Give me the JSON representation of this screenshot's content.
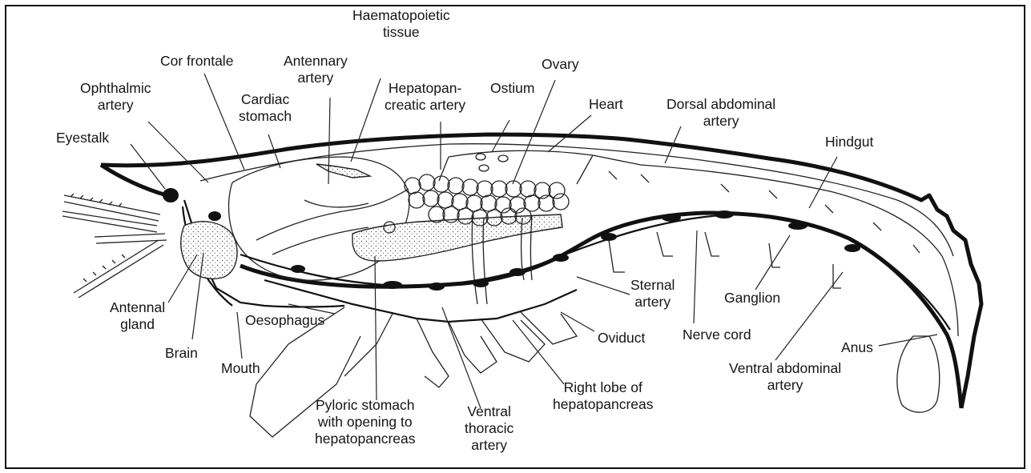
{
  "diagram": {
    "labels": {
      "haematopoietic": "Haematopoietic\ntissue",
      "cor_frontale": "Cor frontale",
      "antennary_artery": "Antennary\nartery",
      "ovary": "Ovary",
      "ophthalmic_artery": "Ophthalmic\nartery",
      "hepatopancreatic_artery": "Hepatopan-\ncreatic artery",
      "ostium": "Ostium",
      "cardiac_stomach": "Cardiac\nstomach",
      "heart": "Heart",
      "dorsal_abdominal_artery": "Dorsal abdominal\nartery",
      "eyestalk": "Eyestalk",
      "hindgut": "Hindgut",
      "sternal_artery": "Sternal\nartery",
      "ganglion": "Ganglion",
      "antennal_gland": "Antennal\ngland",
      "oesophagus": "Oesophagus",
      "oviduct": "Oviduct",
      "nerve_cord": "Nerve cord",
      "brain": "Brain",
      "anus": "Anus",
      "mouth": "Mouth",
      "ventral_abdominal_artery": "Ventral abdominal\nartery",
      "right_lobe": "Right lobe of\nhepatopancreas",
      "pyloric_stomach": "Pyloric stomach\nwith opening to\nhepatopancreas",
      "ventral_thoracic_artery": "Ventral\nthoracic\nartery"
    }
  }
}
